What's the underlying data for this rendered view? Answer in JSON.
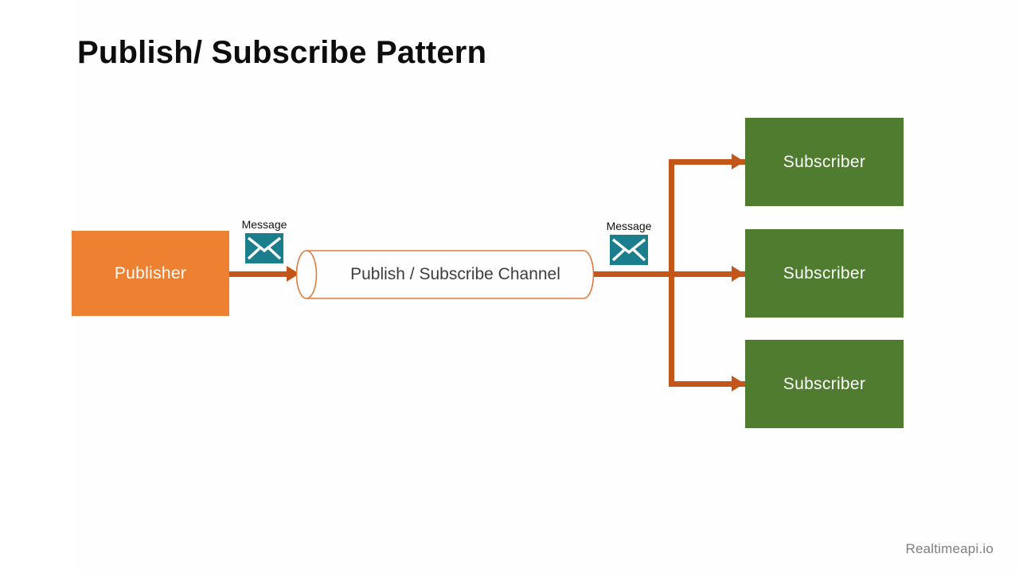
{
  "slide": {
    "title": "Publish/ Subscribe Pattern",
    "background_color": "#ffffff",
    "footer_watermark": "Realtimeapi.io"
  },
  "diagram": {
    "type": "flow-diagram",
    "pattern": "Publish/Subscribe",
    "publisher": {
      "label": "Publisher",
      "fill_color": "#ee8031",
      "text_color": "#ffffff"
    },
    "channel": {
      "label": "Publish / Subscribe Channel",
      "shape": "cylinder",
      "outline_color": "#e07b3c",
      "fill_color": "#ffffff",
      "text_color": "#3d3d3d"
    },
    "messages": [
      {
        "label": "Message",
        "icon": "envelope-icon",
        "color": "#1a7e8c"
      },
      {
        "label": "Message",
        "icon": "envelope-icon",
        "color": "#1a7e8c"
      }
    ],
    "subscribers": [
      {
        "label": "Subscriber",
        "fill_color": "#4f7c2f",
        "text_color": "#ffffff"
      },
      {
        "label": "Subscriber",
        "fill_color": "#4f7c2f",
        "text_color": "#ffffff"
      },
      {
        "label": "Subscriber",
        "fill_color": "#4f7c2f",
        "text_color": "#ffffff"
      }
    ],
    "connector_color": "#c5561a"
  }
}
